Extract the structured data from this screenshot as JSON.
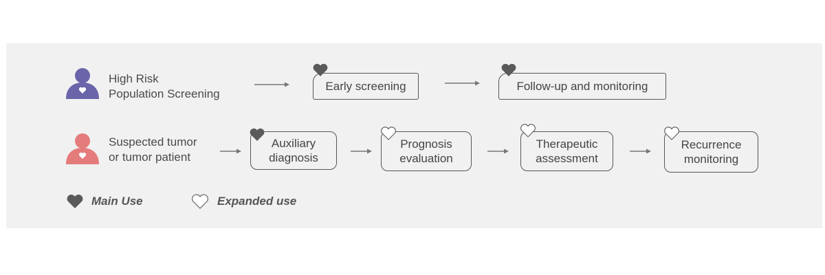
{
  "rows": [
    {
      "person_color": "#6a64aa",
      "label_lines": [
        "High Risk",
        "Population Screening"
      ],
      "steps": [
        {
          "lines": [
            "Early screening"
          ],
          "heart": "filled"
        },
        {
          "lines": [
            "Follow-up and monitoring"
          ],
          "heart": "filled"
        }
      ]
    },
    {
      "person_color": "#e57c7c",
      "label_lines": [
        "Suspected tumor",
        "or tumor patient"
      ],
      "steps": [
        {
          "lines": [
            "Auxiliary",
            "diagnosis"
          ],
          "heart": "filled"
        },
        {
          "lines": [
            "Prognosis",
            "evaluation"
          ],
          "heart": "outline"
        },
        {
          "lines": [
            "Therapeutic",
            "assessment"
          ],
          "heart": "outline"
        },
        {
          "lines": [
            "Recurrence",
            "monitoring"
          ],
          "heart": "outline"
        }
      ]
    }
  ],
  "legend": {
    "main_use": "Main Use",
    "expanded_use": "Expanded use"
  },
  "colors": {
    "heart_filled": "#5a5a5a",
    "heart_outline": "#ffffff",
    "panel_background": "#f1f1f1"
  }
}
